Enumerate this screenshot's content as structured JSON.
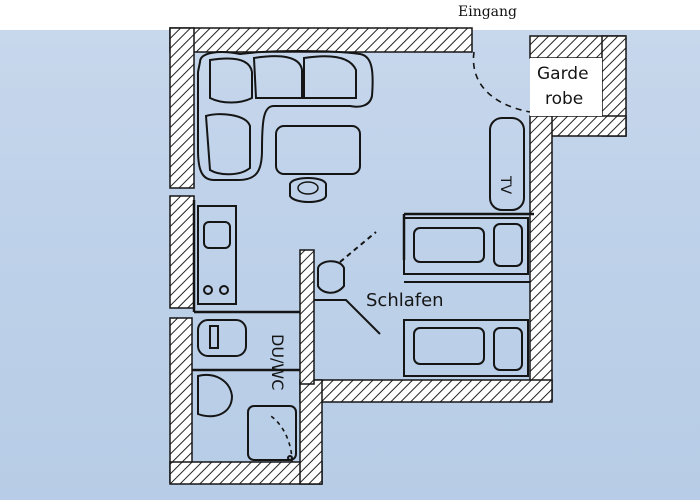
{
  "entrance": {
    "label": "Eingang"
  },
  "rooms": {
    "wardrobe": {
      "line1": "Garde",
      "line2": "robe"
    },
    "bedroom": {
      "label": "Schlafen"
    },
    "bathroom": {
      "label": "DU/WC"
    }
  },
  "furniture": {
    "tv": {
      "label": "TV"
    }
  },
  "colors": {
    "paper": "#c3d5eb",
    "ink": "#151515",
    "wall_fill": "#ffffff"
  }
}
